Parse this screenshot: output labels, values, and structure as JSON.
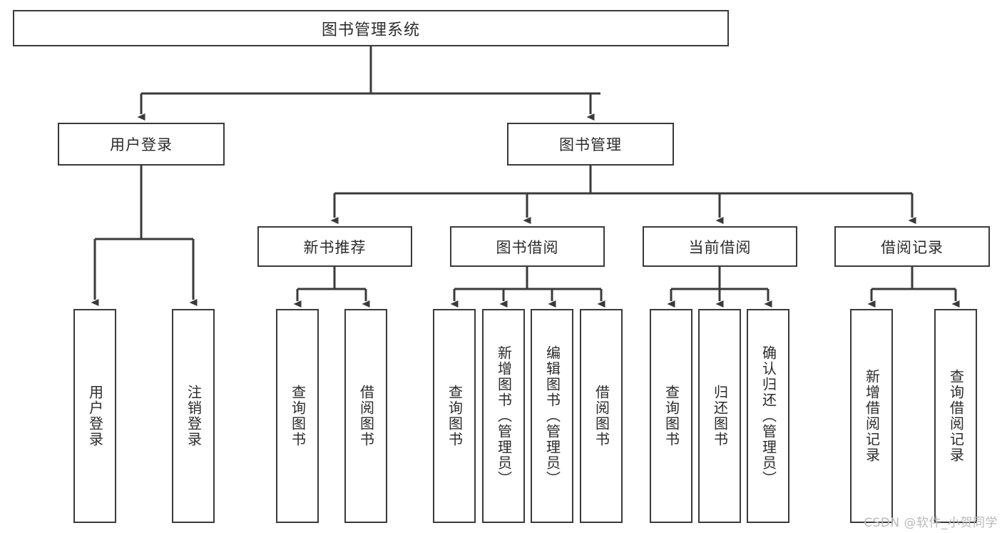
{
  "diagram": {
    "type": "tree",
    "title": "图书管理系统",
    "root": {
      "label": "图书管理系统"
    },
    "level2": [
      {
        "label": "用户登录"
      },
      {
        "label": "图书管理"
      }
    ],
    "level3": [
      {
        "label": "新书推荐"
      },
      {
        "label": "图书借阅"
      },
      {
        "label": "当前借阅"
      },
      {
        "label": "借阅记录"
      }
    ],
    "leaves": {
      "user_login": [
        {
          "label": "用户登录"
        },
        {
          "label": "注销登录"
        }
      ],
      "new_book_recommend": [
        {
          "label": "查询图书"
        },
        {
          "label": "借阅图书"
        }
      ],
      "book_borrow": [
        {
          "label": "查询图书"
        },
        {
          "label": "新增图书（管理员）"
        },
        {
          "label": "编辑图书（管理员）"
        },
        {
          "label": "借阅图书"
        }
      ],
      "current_borrow": [
        {
          "label": "查询图书"
        },
        {
          "label": "归还图书"
        },
        {
          "label": "确认归还（管理员）"
        }
      ],
      "borrow_record": [
        {
          "label": "新增借阅记录"
        },
        {
          "label": "查询借阅记录"
        }
      ]
    }
  },
  "watermark": {
    "text": "CSDN @软件_小贺同学"
  },
  "colors": {
    "border": "#3a3a3a",
    "text": "#2b2b2b",
    "background": "#ffffff",
    "watermark": "#b9b9b9"
  }
}
